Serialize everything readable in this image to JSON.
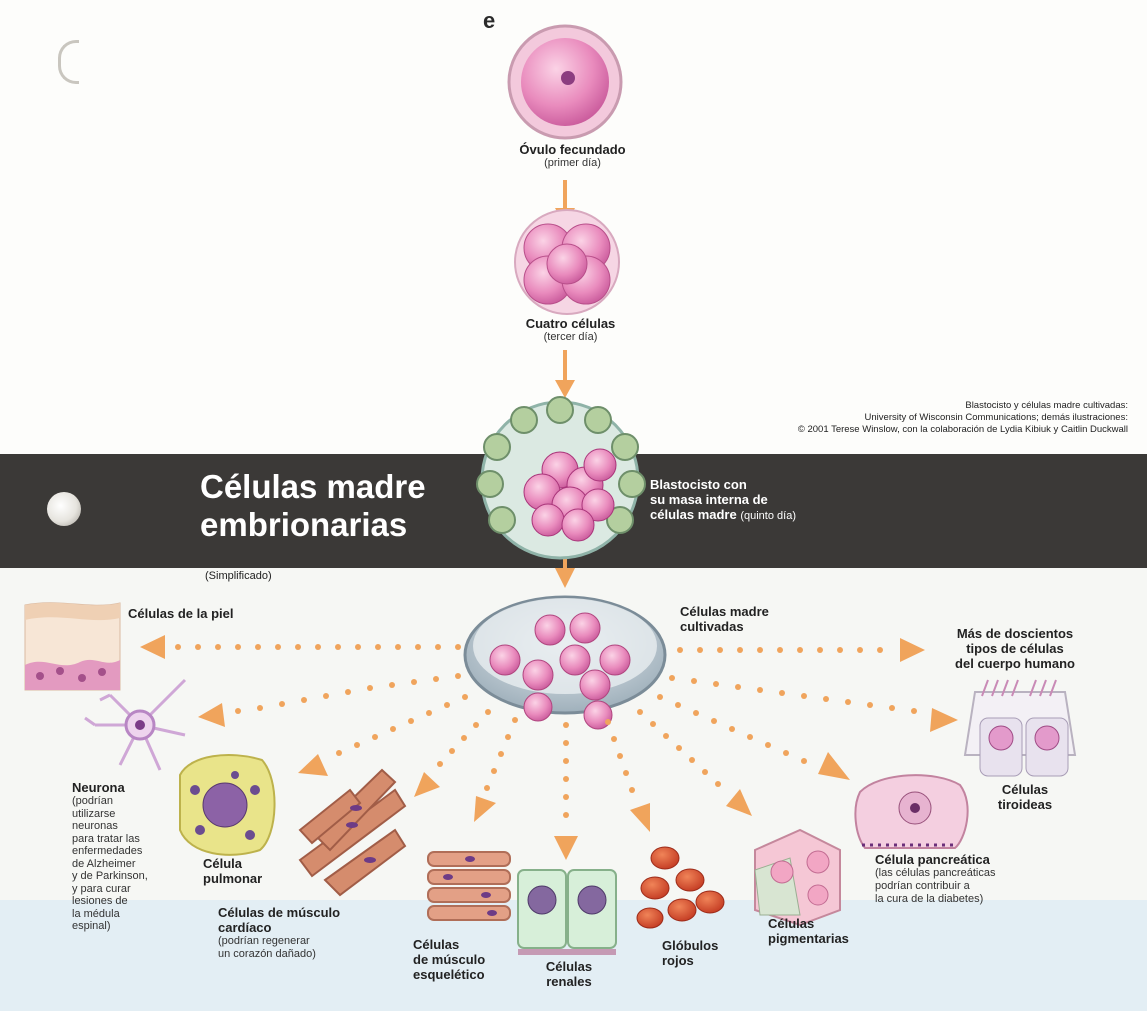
{
  "header_fragment": "e",
  "title": {
    "line1": "Células madre",
    "line2": "embrionarias",
    "note": "(Simplificado)"
  },
  "credits": {
    "line1": "Blastocisto y células madre cultivadas:",
    "line2": "University of Wisconsin Communications; demás ilustraciones:",
    "line3": "© 2001 Terese Winslow, con la colaboración de Lydia Kibiuk y Caitlin Duckwall"
  },
  "stages": {
    "ovulo": {
      "title": "Óvulo fecundado",
      "sub": "(primer día)"
    },
    "cuatro": {
      "title": "Cuatro células",
      "sub": "(tercer día)"
    },
    "blasto": {
      "line1": "Blastocisto con",
      "line2": "su masa interna de",
      "line3": "células madre",
      "sub": "(quinto día)"
    },
    "cultivadas": {
      "line1": "Células madre",
      "line2": "cultivadas"
    }
  },
  "cells": {
    "piel": {
      "title": "Células de la piel"
    },
    "neurona": {
      "title": "Neurona",
      "desc": [
        "(podrían",
        "utilizarse",
        "neuronas",
        "para tratar las",
        "enfermedades",
        "de Alzheimer",
        "y de Parkinson,",
        "y para curar",
        "lesiones de",
        "la médula",
        "espinal)"
      ]
    },
    "pulmonar": {
      "line1": "Célula",
      "line2": "pulmonar"
    },
    "cardiaco": {
      "line1": "Células de músculo",
      "line2": "cardíaco",
      "desc": [
        "(podrían regenerar",
        "un corazón dañado)"
      ]
    },
    "esqueletico": {
      "line1": "Células",
      "line2": "de músculo",
      "line3": "esquelético"
    },
    "renales": {
      "line1": "Células",
      "line2": "renales"
    },
    "globulos": {
      "line1": "Glóbulos",
      "line2": "rojos"
    },
    "pigmentarias": {
      "line1": "Células",
      "line2": "pigmentarias"
    },
    "pancreatica": {
      "title": "Célula pancreática",
      "desc": [
        "(las células pancreáticas",
        "podrían contribuir a",
        "la cura de la diabetes)"
      ]
    },
    "tiroideas": {
      "line1": "Células",
      "line2": "tiroideas"
    },
    "mas": {
      "line1": "Más de doscientos",
      "line2": "tipos de células",
      "line3": "del cuerpo humano"
    }
  },
  "colors": {
    "band": "#3b3937",
    "arrow": "#f0a45c",
    "cell_pink": "#e27fb4",
    "nucleus": "#6b2f7a"
  }
}
